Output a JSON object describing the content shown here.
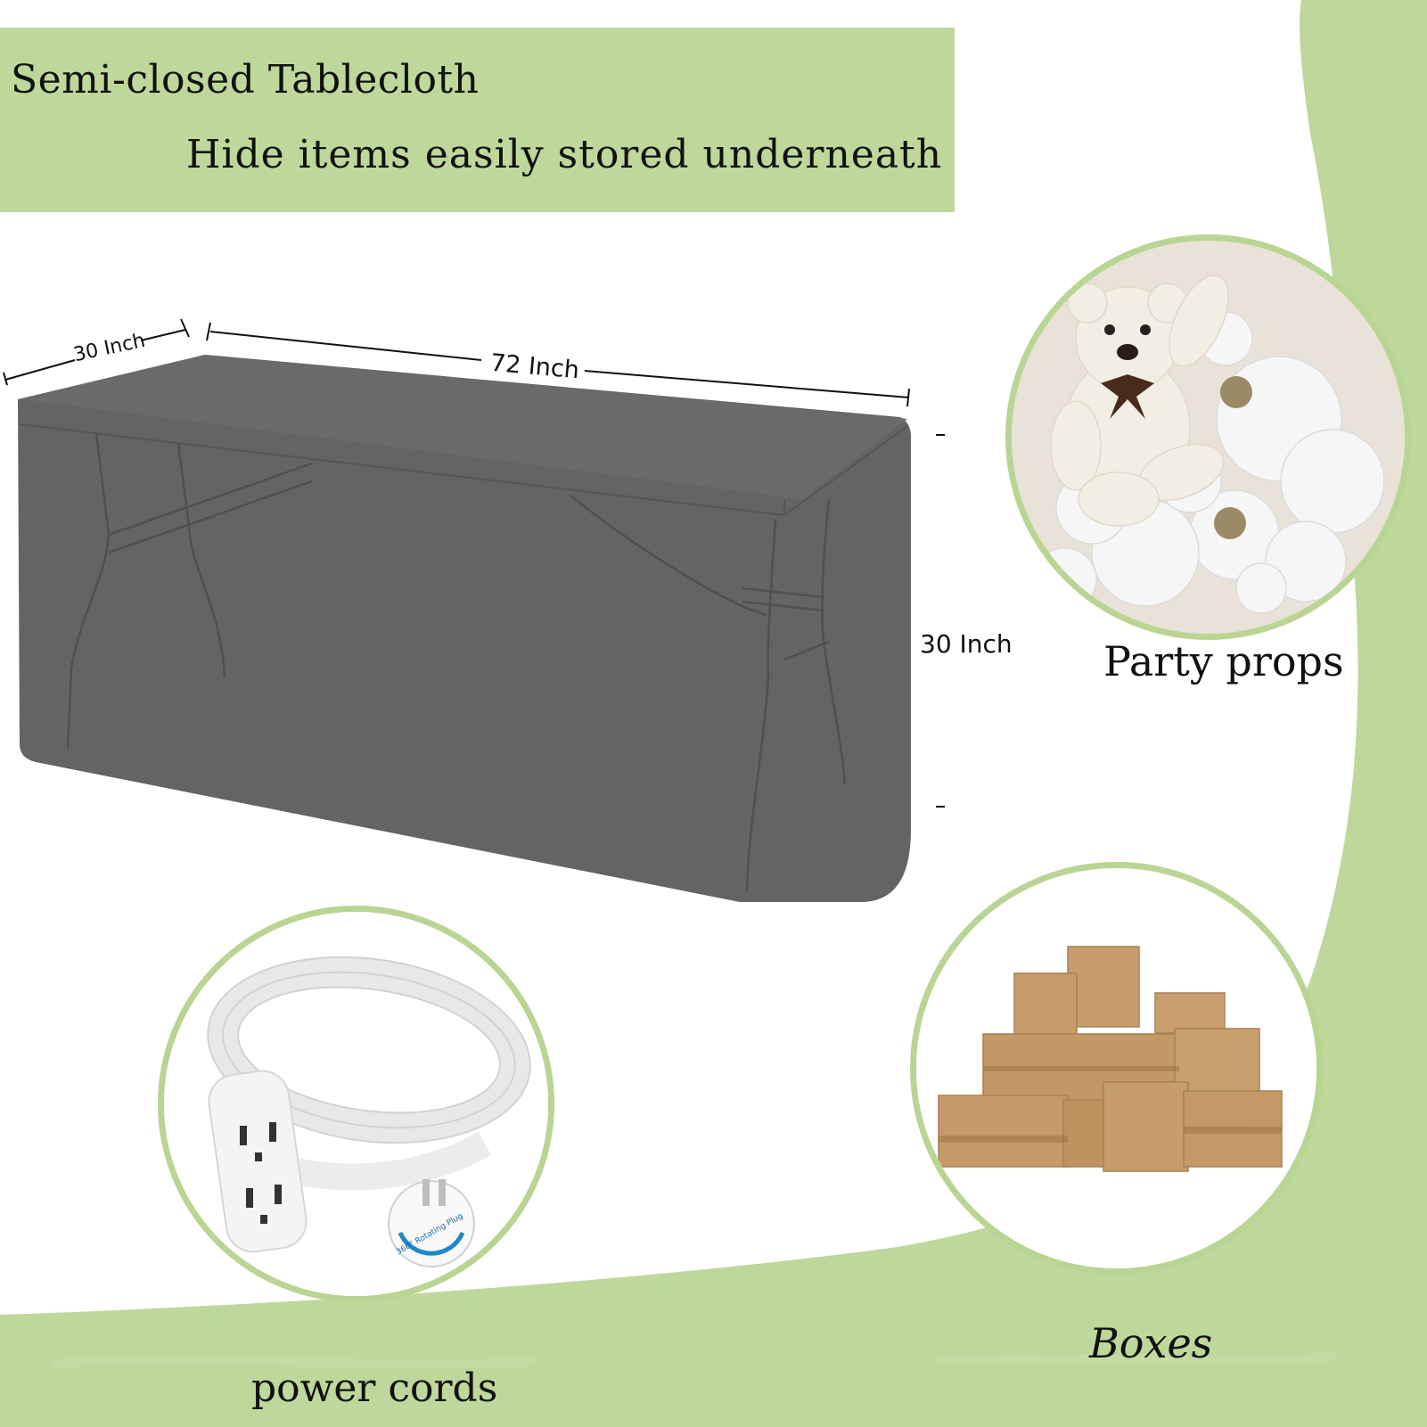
{
  "banner": {
    "title": "Semi-closed Tablecloth",
    "subtitle": "Hide items easily stored underneath"
  },
  "dimensions": {
    "depth": "30 Inch",
    "length": "72 Inch",
    "height": "30 Inch"
  },
  "items": [
    {
      "label": "Party props"
    },
    {
      "label": "power cords"
    },
    {
      "label": "Boxes"
    }
  ],
  "product_label": "360° Rotating Plug",
  "colors": {
    "accent_green": "#bdd89a",
    "tablecloth_gray": "#646464"
  }
}
